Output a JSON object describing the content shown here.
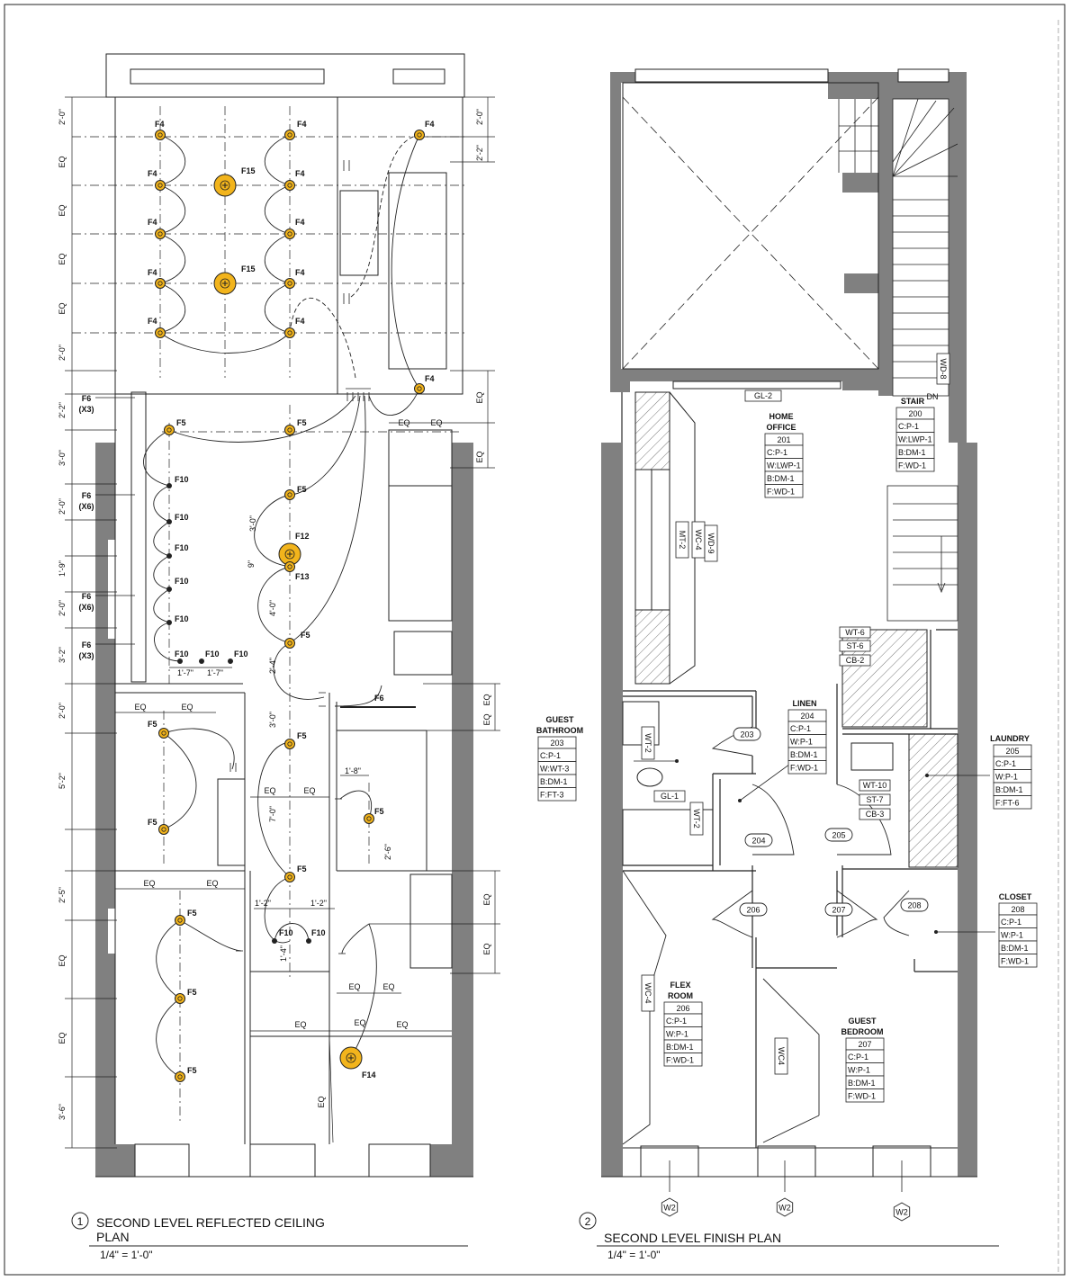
{
  "rcp": {
    "title_line1": "SECOND LEVEL REFLECTED CEILING",
    "title_line2": "PLAN",
    "number": "1",
    "scale": "1/4\" = 1'-0\"",
    "fixtures": [
      {
        "label": "F4"
      },
      {
        "label": "F4"
      },
      {
        "label": "F4"
      },
      {
        "label": "F4"
      },
      {
        "label": "F4"
      },
      {
        "label": "F4"
      },
      {
        "label": "F4"
      },
      {
        "label": "F4"
      },
      {
        "label": "F4"
      },
      {
        "label": "F4"
      },
      {
        "label": "F4"
      },
      {
        "label": "F4"
      },
      {
        "label": "F15"
      },
      {
        "label": "F15"
      },
      {
        "label": "F5"
      },
      {
        "label": "F5"
      },
      {
        "label": "F5"
      },
      {
        "label": "F12"
      },
      {
        "label": "F13"
      },
      {
        "label": "F10"
      },
      {
        "label": "F10"
      },
      {
        "label": "F10"
      },
      {
        "label": "F10"
      },
      {
        "label": "F10"
      },
      {
        "label": "F10"
      },
      {
        "label": "F10"
      },
      {
        "label": "F10"
      },
      {
        "label": "F5"
      },
      {
        "label": "F5"
      },
      {
        "label": "F5"
      },
      {
        "label": "F5"
      },
      {
        "label": "F5"
      },
      {
        "label": "F5"
      },
      {
        "label": "F5"
      },
      {
        "label": "F5"
      },
      {
        "label": "F5"
      },
      {
        "label": "F10"
      },
      {
        "label": "F10"
      },
      {
        "label": "F14"
      },
      {
        "label": "F6"
      }
    ],
    "wall_fixtures": [
      {
        "label": "F6",
        "qty": "(X3)"
      },
      {
        "label": "F6",
        "qty": "(X6)"
      },
      {
        "label": "F6",
        "qty": "(X6)"
      },
      {
        "label": "F6",
        "qty": "(X3)"
      }
    ],
    "dimensions_left": [
      "2'-0\"",
      "EQ",
      "EQ",
      "EQ",
      "EQ",
      "2'-0\"",
      "2'-2\"",
      "3'-0\"",
      "2'-0\"",
      "1'-9\"",
      "2'-0\"",
      "3'-2\"",
      "2'-0\"",
      "5'-2\"",
      "2'-5\"",
      "EQ",
      "EQ",
      "3'-6\""
    ],
    "dimensions_misc": [
      "2'-0\"",
      "2'-2\"",
      "EQ",
      "EQ",
      "EQ",
      "EQ",
      "1'-7\"",
      "1'-7\"",
      "EQ",
      "EQ",
      "EQ",
      "EQ",
      "3'-0\"",
      "9\"",
      "4'-0\"",
      "2'-4\"",
      "3'-0\"",
      "7'-0\"",
      "EQ",
      "EQ",
      "1'-8\"",
      "2'-6\"",
      "EQ",
      "EQ",
      "1'-2\"",
      "1'-2\"",
      "1'-4\"",
      "EQ",
      "EQ",
      "EQ",
      "EQ",
      "EQ",
      "EQ",
      "EQ",
      "EQ"
    ]
  },
  "finish": {
    "title": "SECOND LEVEL FINISH PLAN",
    "number": "2",
    "scale": "1/4\" = 1'-0\"",
    "rooms": [
      {
        "name1": "HOME",
        "name2": "OFFICE",
        "number": "201",
        "finishes": [
          "C:P-1",
          "W:LWP-1",
          "B:DM-1",
          "F:WD-1"
        ]
      },
      {
        "name1": "STAIR",
        "name2": "",
        "number": "200",
        "finishes": [
          "C:P-1",
          "W:LWP-1",
          "B:DM-1",
          "F:WD-1"
        ]
      },
      {
        "name1": "GUEST",
        "name2": "BATHROOM",
        "number": "203",
        "finishes": [
          "C:P-1",
          "W:WT-3",
          "B:DM-1",
          "F:FT-3"
        ]
      },
      {
        "name1": "LINEN",
        "name2": "",
        "number": "204",
        "finishes": [
          "C:P-1",
          "W:P-1",
          "B:DM-1",
          "F:WD-1"
        ]
      },
      {
        "name1": "LAUNDRY",
        "name2": "",
        "number": "205",
        "finishes": [
          "C:P-1",
          "W:P-1",
          "B:DM-1",
          "F:FT-6"
        ]
      },
      {
        "name1": "CLOSET",
        "name2": "",
        "number": "208",
        "finishes": [
          "C:P-1",
          "W:P-1",
          "B:DM-1",
          "F:WD-1"
        ]
      },
      {
        "name1": "FLEX",
        "name2": "ROOM",
        "number": "206",
        "finishes": [
          "C:P-1",
          "W:P-1",
          "B:DM-1",
          "F:WD-1"
        ]
      },
      {
        "name1": "GUEST",
        "name2": "BEDROOM",
        "number": "207",
        "finishes": [
          "C:P-1",
          "W:P-1",
          "B:DM-1",
          "F:WD-1"
        ]
      }
    ],
    "doors": [
      "203",
      "204",
      "205",
      "206",
      "207",
      "208"
    ],
    "tags": [
      "GL-2",
      "WD-8",
      "DN",
      "MT-2",
      "WC-4",
      "WD-9",
      "WT-6",
      "ST-6",
      "CB-2",
      "WT-2",
      "GL-1",
      "WT-2",
      "WT-10",
      "ST-7",
      "CB-3",
      "WC-4",
      "WC4"
    ],
    "window_tags": [
      "W2",
      "W2",
      "W2"
    ]
  },
  "colors": {
    "fixture_fill": "#f2b41c",
    "wall_fill": "#808080",
    "line": "#111111"
  }
}
